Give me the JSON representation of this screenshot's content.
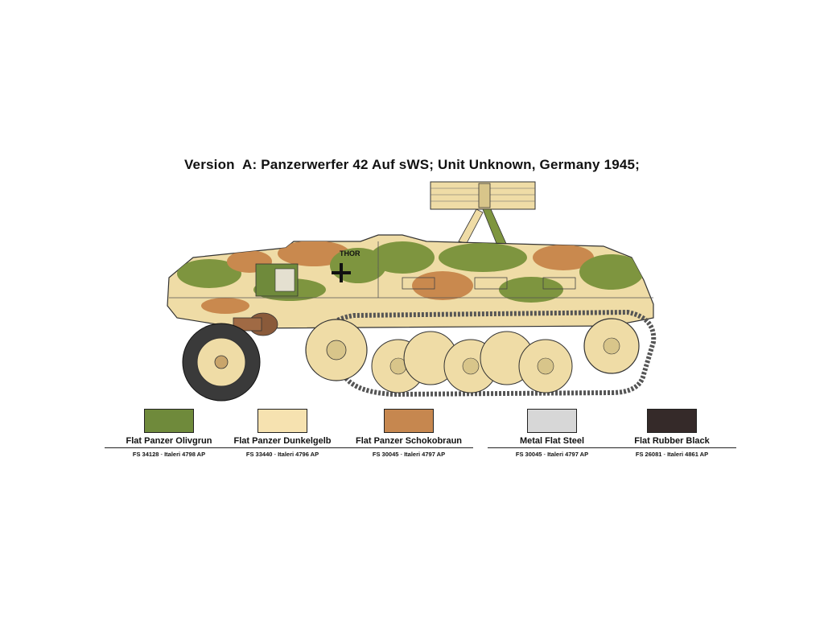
{
  "title": {
    "prefix": "Version",
    "version_letter": "A",
    "text": "Panzerwerfer 42 Auf sWS; Unit Unknown, Germany 1945;"
  },
  "vehicle": {
    "marking": "THOR",
    "colors": {
      "base": "#efdca6",
      "olive": "#7e953f",
      "brown": "#c9894e",
      "dark": "#2a2a2a",
      "steel": "#c9a56b"
    }
  },
  "palette": [
    {
      "color": "#6f8a3b",
      "name": "Flat Panzer Olivgrun",
      "fs": "FS 34128",
      "italeri": "Italeri 4798 AP"
    },
    {
      "color": "#f6e2b0",
      "name": "Flat Panzer Dunkelgelb",
      "fs": "FS 33440",
      "italeri": "Italeri 4796 AP"
    },
    {
      "color": "#c6874f",
      "name": "Flat Panzer Schokobraun",
      "fs": "FS 30045",
      "italeri": "Italeri 4797 AP"
    },
    {
      "color": "#d7d7d7",
      "name": "Metal Flat Steel",
      "fs": "FS 30045",
      "italeri": "Italeri 4797 AP"
    },
    {
      "color": "#352a29",
      "name": "Flat Rubber Black",
      "fs": "FS 26081",
      "italeri": "Italeri 4861 AP"
    }
  ]
}
